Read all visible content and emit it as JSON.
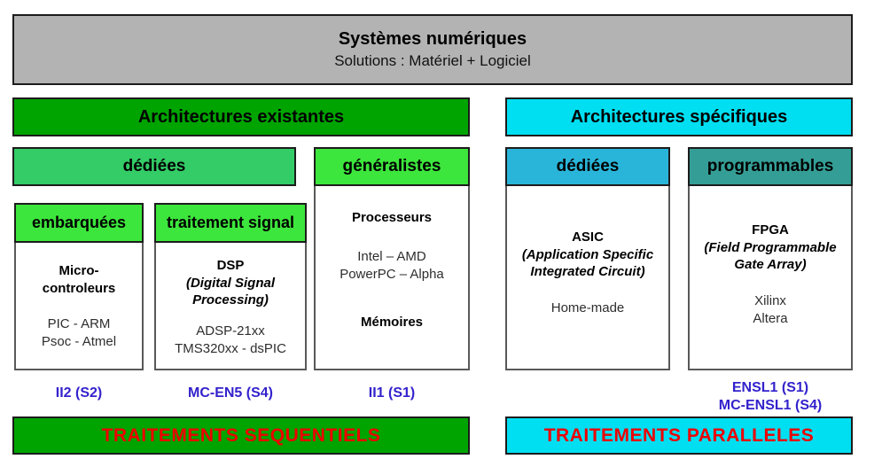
{
  "header": {
    "title": "Systèmes numériques",
    "subtitle": "Solutions : Matériel + Logiciel"
  },
  "left": {
    "bar_label": "Architectures existantes",
    "dediees_label": "dédiées",
    "embarquees": {
      "label": "embarquées",
      "title_line1": "Micro-",
      "title_line2": "controleurs",
      "line1": "PIC - ARM",
      "line2": "Psoc - Atmel",
      "course": "II2 (S2)"
    },
    "signal": {
      "label": "traitement signal",
      "title": "DSP",
      "subtitle_line1": "(Digital Signal",
      "subtitle_line2": "Processing)",
      "line1": "ADSP-21xx",
      "line2": "TMS320xx - dsPIC",
      "course": "MC-EN5 (S4)"
    },
    "generalistes": {
      "label": "généralistes",
      "title1": "Processeurs",
      "line1": "Intel – AMD",
      "line2": "PowerPC – Alpha",
      "title2": "Mémoires",
      "course": "II1 (S1)"
    },
    "bottom_bar": "TRAITEMENTS SEQUENTIELS"
  },
  "right": {
    "bar_label": "Architectures spécifiques",
    "dediees": {
      "label": "dédiées",
      "title": "ASIC",
      "subtitle_line1": "(Application Specific",
      "subtitle_line2": "Integrated Circuit)",
      "line1": "Home-made"
    },
    "programmables": {
      "label": "programmables",
      "title": "FPGA",
      "subtitle_line1": "(Field Programmable",
      "subtitle_line2": "Gate Array)",
      "line1": "Xilinx",
      "line2": "Altera",
      "course_line1": "ENSL1 (S1)",
      "course_line2": "MC-ENSL1 (S4)"
    },
    "bottom_bar": "TRAITEMENTS PARALLELES"
  },
  "colors": {
    "top_box_gray": "#b3b3b3",
    "green_strong": "#00a400",
    "green_medium": "#33cc66",
    "green_bright": "#3ce63c",
    "cyan": "#00dff2",
    "blue_medium": "#29b5d9",
    "teal": "#349e96",
    "course_label_blue": "#3322cc",
    "bottom_text_red": "#ee0000"
  }
}
